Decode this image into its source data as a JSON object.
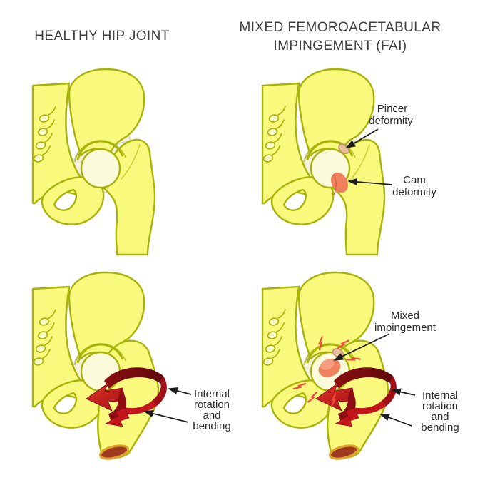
{
  "titles": {
    "left": "HEALTHY HIP JOINT",
    "right_line1": "MIXED FEMOROACETABULAR",
    "right_line2": "IMPINGEMENT (FAI)"
  },
  "labels": {
    "pincer_line1": "Pincer",
    "pincer_line2": "deformity",
    "cam_line1": "Cam",
    "cam_line2": "deformity",
    "mixed_line1": "Mixed",
    "mixed_line2": "impingement",
    "rot_line1": "Internal",
    "rot_line2": "rotation",
    "rot_line3": "and",
    "rot_line4": "bending"
  },
  "colors": {
    "bone": "#f8f97d",
    "bone_outline": "#a8b308",
    "femoral_head": "#fbfbdc",
    "cartilage": "#f6f1df",
    "pincer_deformity": "#e9bd9c",
    "cam_deformity": "#f0805e",
    "rotation_arrow_red": "#c3151b",
    "rotation_arrow_dark": "#650a0e",
    "bone_marrow": "#9e3a1f",
    "marrow_ring": "#e0a42e",
    "pain_flash": "#f4483a",
    "label_text": "#2b2b2b",
    "title_text": "#3f3f3f"
  }
}
